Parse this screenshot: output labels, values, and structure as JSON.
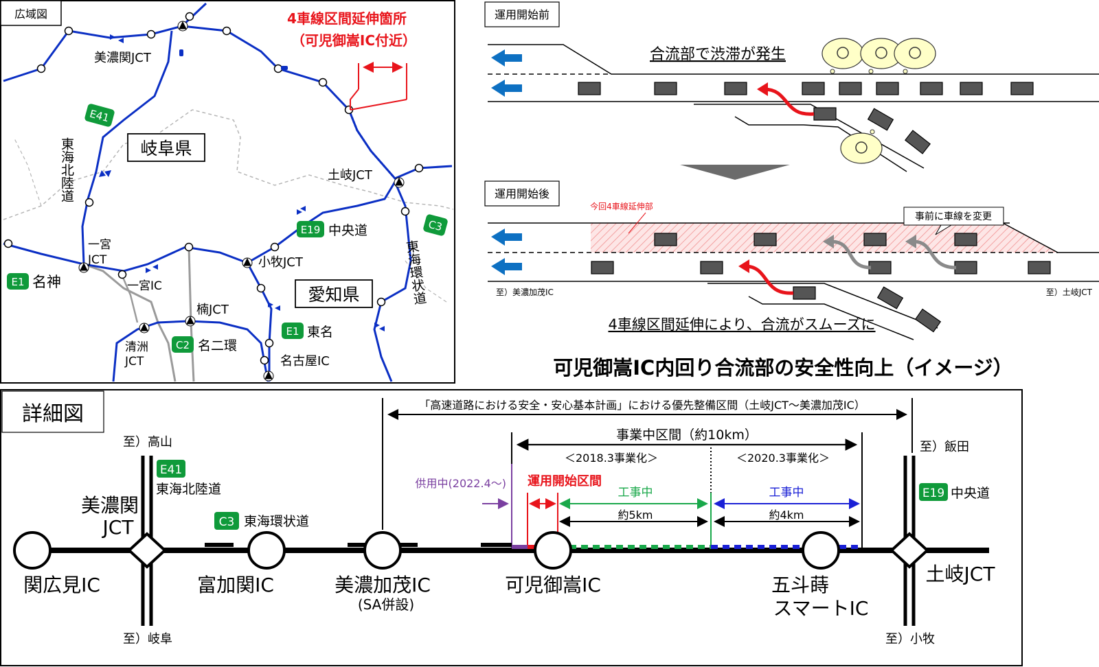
{
  "overview": {
    "panel_label": "広域図",
    "extension_note": [
      "4車線区間延伸箇所",
      "（可児御嵩IC付近）"
    ],
    "prefectures": {
      "gifu": "岐阜県",
      "aichi": "愛知県"
    },
    "labels": {
      "minoseki_jct": "美濃関JCT",
      "toki_jct": "土岐JCT",
      "ichinomiya_jct": [
        "一宮",
        "JCT"
      ],
      "ichinomiya_ic": "一宮IC",
      "komaki_jct": "小牧JCT",
      "kusu_jct": "楠JCT",
      "kiyosu_jct": [
        "清洲",
        "JCT"
      ],
      "nagoya_ic": "名古屋IC",
      "tokai_hokuriku": "東海北陸道",
      "tokai_kanjo": "東海環状道"
    },
    "shields": {
      "e41": "E41",
      "e19": "E19",
      "c3": "C3",
      "e1_meishin": "E1",
      "e1_tomei": "E1",
      "c2": "C2"
    },
    "shield_names": {
      "e19": "中央道",
      "e1_meishin": "名神",
      "e1_tomei": "東名",
      "c2": "名二環"
    },
    "colors": {
      "road": "#0b2fc4",
      "highlight": "#e8141b",
      "shield": "#0f9a3a",
      "minor_road": "#9a9a9a"
    }
  },
  "before": {
    "panel_label": "運用開始前",
    "caption": "合流部で渋滞が発生"
  },
  "after": {
    "panel_label": "運用開始後",
    "extension_label": "今回4車線延伸部",
    "lane_change_label": "事前に車線を変更",
    "left_destination": "至）美濃加茂IC",
    "right_destination": "至）土岐JCT",
    "caption": "4車線区間延伸により、合流がスムーズに"
  },
  "image_title": "可児御嵩IC内回り合流部の安全性向上（イメージ）",
  "detail": {
    "panel_label": "詳細図",
    "priority_section": "「高速道路における安全・安心基本計画」における優先整備区間（土岐JCT～美濃加茂IC）",
    "project_section": "事業中区間（約10km）",
    "phase1": "＜2018.3事業化＞",
    "phase2": "＜2020.3事業化＞",
    "in_service": "供用中(2022.4～)",
    "operation_start": "運用開始区間",
    "construction1": "工事中",
    "construction2": "工事中",
    "distance1": "約5km",
    "distance2": "約4km",
    "interchanges": {
      "sekihirami": "関広見IC",
      "minoseki": [
        "美濃関",
        "JCT"
      ],
      "tomikaseki": "富加関IC",
      "minokamo": "美濃加茂IC",
      "minokamo_note": "(SA併設)",
      "kanimitake": "可児御嵩IC",
      "gotoki": [
        "五斗蒔",
        "スマートIC"
      ],
      "toki": "土岐JCT"
    },
    "directions": {
      "takayama": "至）高山",
      "gifu": "至）岐阜",
      "iida": "至）飯田",
      "komaki": "至）小牧"
    },
    "shields": {
      "e41": {
        "code": "E41",
        "name": "東海北陸道"
      },
      "c3": {
        "code": "C3",
        "name": "東海環状道"
      },
      "e19": {
        "code": "E19",
        "name": "中央道"
      }
    },
    "colors": {
      "operation": "#e8141b",
      "construction1": "#19a84a",
      "construction2": "#1a20d6",
      "in_service": "#7a3fa0"
    }
  }
}
